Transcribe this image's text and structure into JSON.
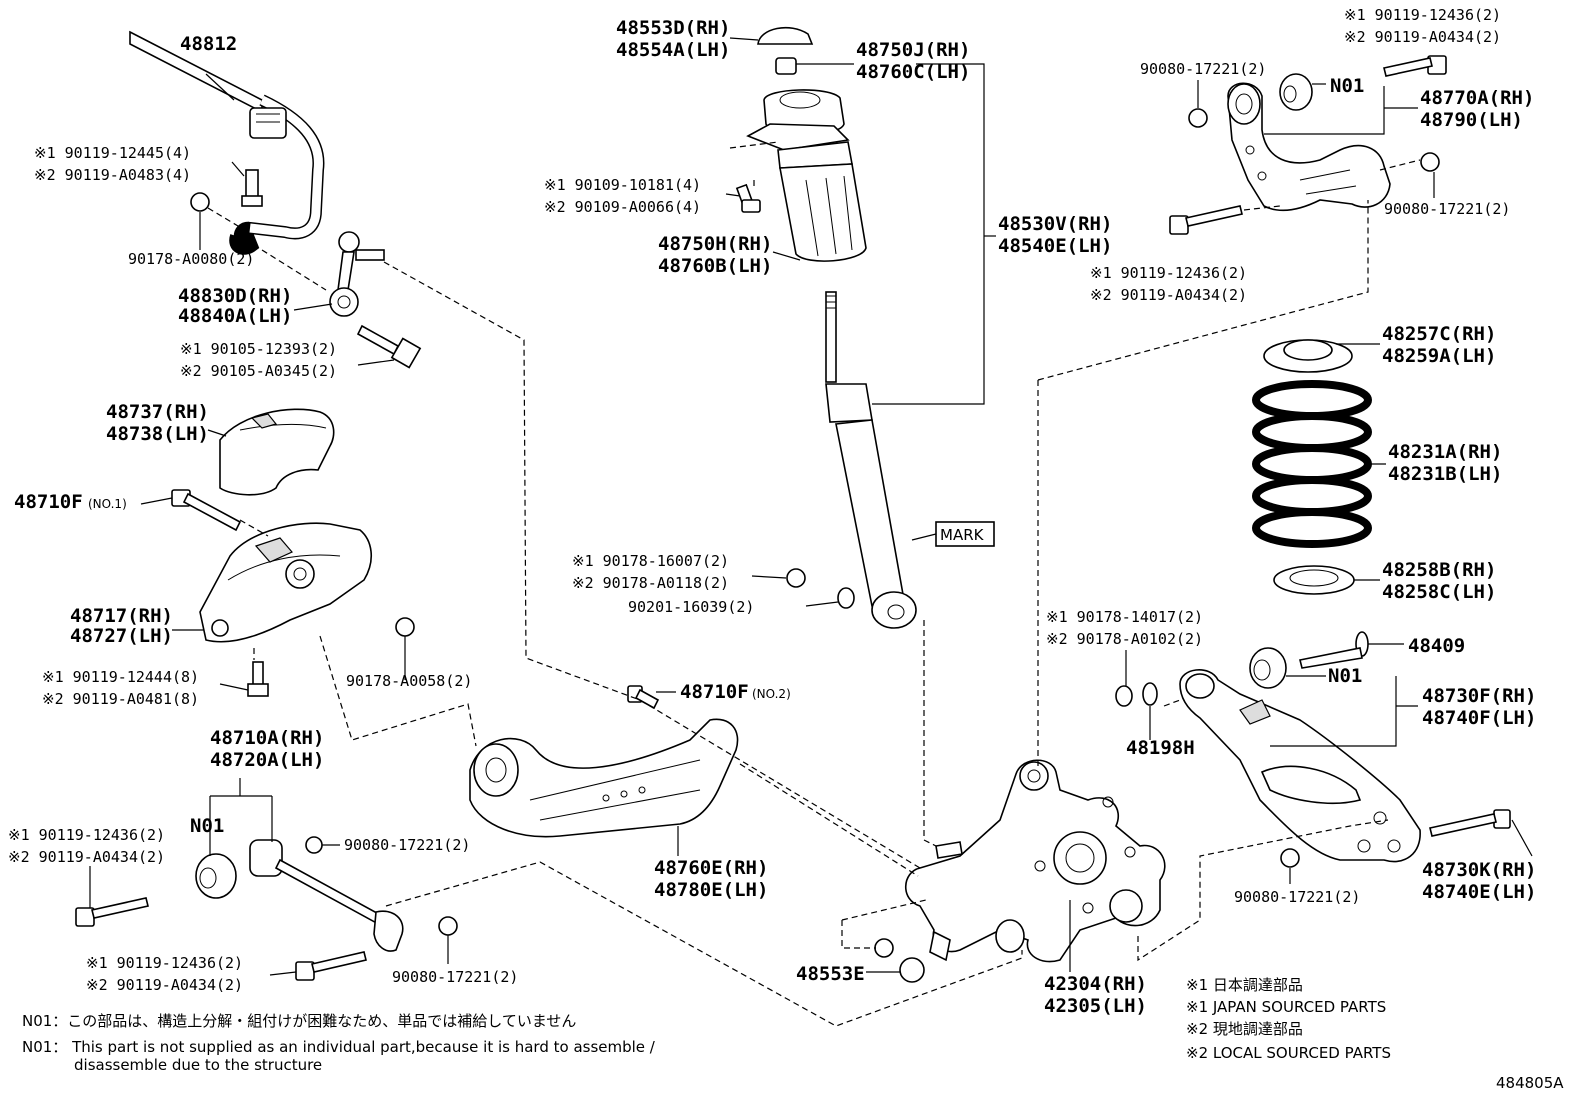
{
  "labels": {
    "p48812": "48812",
    "p90119_12445": "※1  90119-12445(4)",
    "p90119_A0483": "※2  90119-A0483(4)",
    "p90178_A0080": "90178-A0080(2)",
    "p48830D": "48830D(RH)",
    "p48840A": "48840A(LH)",
    "p90105_12393": "※1  90105-12393(2)",
    "p90105_A0345": "※2  90105-A0345(2)",
    "p48737": "48737(RH)",
    "p48738": "48738(LH)",
    "p48710F_1": "48710F",
    "p48710F_1_tag": "(NO.1)",
    "p48717": "48717(RH)",
    "p48727": "48727(LH)",
    "p90178_A0058": "90178-A0058(2)",
    "p90119_12444": "※1  90119-12444(8)",
    "p90119_A0481": "※2  90119-A0481(8)",
    "p48710A": "48710A(RH)",
    "p48720A": "48720A(LH)",
    "pN01_left": "N01",
    "p90119_12436_a": "※1  90119-12436(2)",
    "p90119_A0434_a": "※2  90119-A0434(2)",
    "p90080_17221_a": "90080-17221(2)",
    "p90119_12436_b": "※1  90119-12436(2)",
    "p90119_A0434_b": "※2  90119-A0434(2)",
    "p90080_17221_b": "90080-17221(2)",
    "p48553D": "48553D(RH)",
    "p48554A": "48554A(LH)",
    "p48750J": "48750J(RH)",
    "p48760C": "48760C(LH)",
    "p90109_10181": "※1  90109-10181(4)",
    "p90109_A0066": "※2  90109-A0066(4)",
    "p48750H": "48750H(RH)",
    "p48760B": "48760B(LH)",
    "p48530V": "48530V(RH)",
    "p48540E": "48540E(LH)",
    "mark": "MARK",
    "p90178_16007": "※1  90178-16007(2)",
    "p90178_A0118": "※2  90178-A0118(2)",
    "p90201_16039": "90201-16039(2)",
    "p48710F_2": "48710F",
    "p48710F_2_tag": "(NO.2)",
    "p48760E": "48760E(RH)",
    "p48780E": "48780E(LH)",
    "p48553E": "48553E",
    "p42304": "42304(RH)",
    "p42305": "42305(LH)",
    "p90119_12436_c": "※1  90119-12436(2)",
    "p90119_A0434_c": "※2  90119-A0434(2)",
    "p90080_17221_c": "90080-17221(2)",
    "pN01_upper": "N01",
    "p48770A": "48770A(RH)",
    "p48790": "48790(LH)",
    "p90080_17221_d": "90080-17221(2)",
    "p90119_12436_d": "※1  90119-12436(2)",
    "p90119_A0434_d": "※2  90119-A0434(2)",
    "p48257C": "48257C(RH)",
    "p48259A": "48259A(LH)",
    "p48231A": "48231A(RH)",
    "p48231B": "48231B(LH)",
    "p48258B": "48258B(RH)",
    "p48258C": "48258C(LH)",
    "p90178_14017": "※1  90178-14017(2)",
    "p90178_A0102": "※2  90178-A0102(2)",
    "p48409": "48409",
    "pN01_lower": "N01",
    "p48730F": "48730F(RH)",
    "p48740F": "48740F(LH)",
    "p48198H": "48198H",
    "p48730K": "48730K(RH)",
    "p48740E": "48740E(LH)",
    "p90080_17221_e": "90080-17221(2)"
  },
  "notes": {
    "n01_jp": "N01：この部品は、構造上分解・組付けが困難なため、単品では補給していません",
    "n01_en_1": "N01： This part is not supplied as an individual part,because it is hard to assemble /",
    "n01_en_2": "disassemble due to the structure"
  },
  "legend": {
    "l1_jp": "※1  日本調達部品",
    "l1_en": "※1  JAPAN SOURCED PARTS",
    "l2_jp": "※2  現地調達部品",
    "l2_en": "※2  LOCAL SOURCED PARTS"
  },
  "figure_id": "484805A"
}
